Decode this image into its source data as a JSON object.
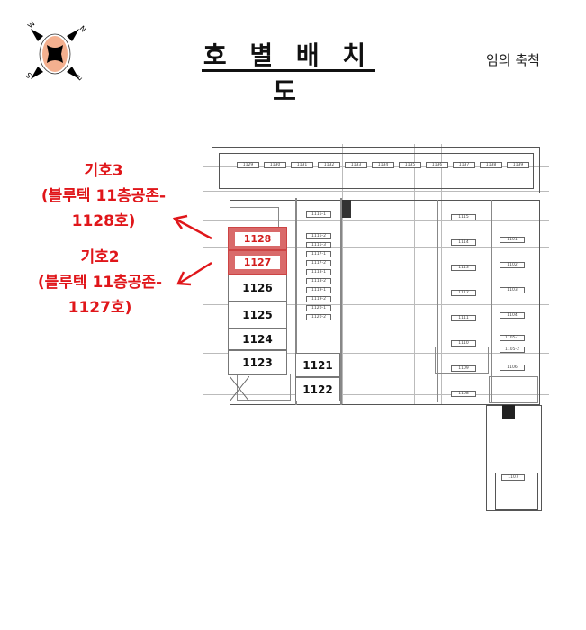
{
  "header": {
    "title": "호 별 배 치 도",
    "scale_note": "임의 축척"
  },
  "compass": {
    "labels": {
      "n": "N",
      "s": "S",
      "e": "E",
      "w": "W"
    },
    "fill_color": "#f4b08f"
  },
  "callouts": [
    {
      "line1": "기호3",
      "line2": "(블루텍 11층공존-",
      "line3": "1128호)"
    },
    {
      "line1": "기호2",
      "line2": "(블루텍 11층공존-",
      "line3": "1127호)"
    }
  ],
  "highlight_color": "#d96a6a",
  "units": {
    "highlighted": [
      "1128",
      "1127"
    ],
    "left_column": [
      "1126",
      "1125",
      "1124",
      "1123"
    ],
    "middle": [
      "1121",
      "1122"
    ],
    "top_row": [
      "1129",
      "1130",
      "1131",
      "1132",
      "1133",
      "1134",
      "1135",
      "1136",
      "1137",
      "1138",
      "1139"
    ],
    "right_inner": [
      "1115",
      "1114",
      "1113",
      "1112",
      "1111",
      "1110",
      "1109",
      "1108"
    ],
    "right_outer": [
      "1101",
      "1102",
      "1103",
      "1104",
      "1105-1",
      "1105-2",
      "1106"
    ],
    "annex": "1107",
    "middle_small": [
      "1116-1",
      "1116-2",
      "1116-3",
      "1117-1",
      "1117-2",
      "1118-1",
      "1118-2",
      "1119-1",
      "1119-2",
      "1120-1",
      "1120-2"
    ]
  }
}
